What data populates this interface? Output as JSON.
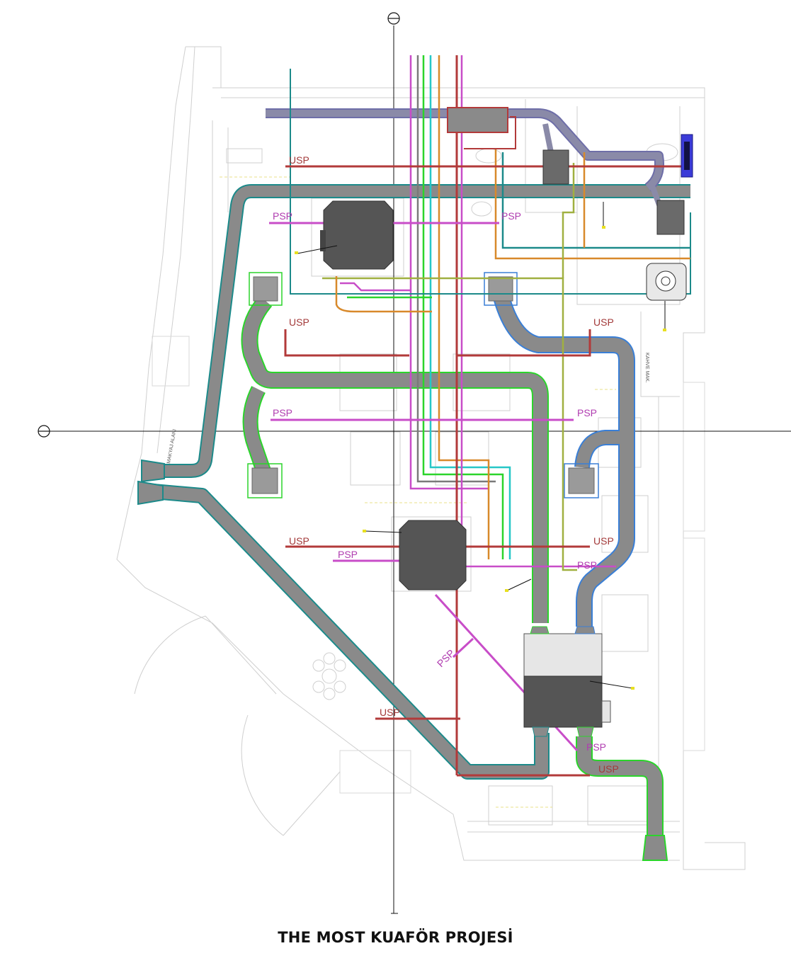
{
  "title": "THE MOST KUAFÖR PROJESİ",
  "rooms": {
    "makeup": "MAKYAJ ALANI",
    "coffee": "KAHVE MAK."
  },
  "labels": {
    "usp": [
      "USP",
      "USP",
      "USP",
      "USP",
      "USP",
      "USP"
    ],
    "psp": [
      "PSP",
      "PSP",
      "PSP",
      "PSP",
      "PSP",
      "PSP"
    ],
    "extra_psp": [
      "PSP",
      "PSP"
    ],
    "extra_usp": "USP"
  },
  "colors": {
    "duct": "#8a8a8a",
    "duct_dark": "#5e5e5e",
    "duct_edge_teal": "#1c8a8a",
    "duct_edge_green": "#2bd42b",
    "duct_edge_blue": "#3a7fd6",
    "usp_pipe": "#b23a3a",
    "psp_pipe": "#c84dc8",
    "unit": "#555555",
    "unit_edge": "#333333",
    "plan_lines": "#c8c8c8",
    "axis": "#111111"
  },
  "icons": [
    "axis-marker-icon",
    "ac-unit-icon",
    "fan-icon"
  ]
}
